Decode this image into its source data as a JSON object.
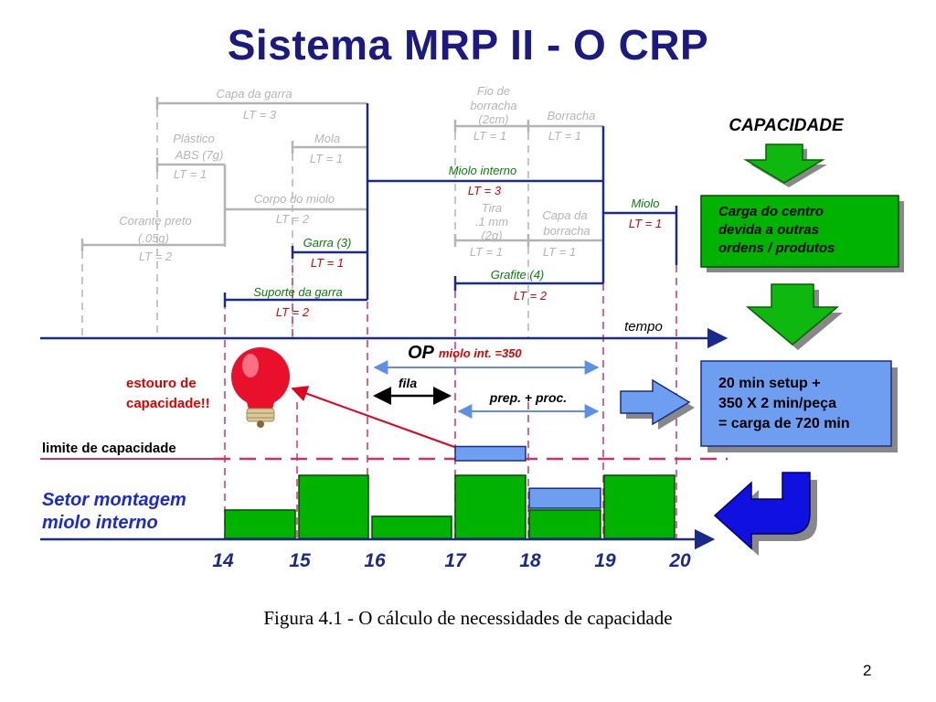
{
  "title": "Sistema MRP II - O CRP",
  "caption": "Figura 4.1 - O cálculo de necessidades de capacidade",
  "page_number": "2",
  "colors": {
    "navy": "#1a2a8c",
    "gray": "#b4b4b4",
    "green_text": "#0a7d0a",
    "red_text": "#dd0000",
    "green_fill": "#00b300",
    "blue_fill": "#6e9ef0",
    "pink_dash": "#d0306a"
  },
  "bom": {
    "capa_garra": {
      "name": "Capa da garra",
      "lt": "LT = 3"
    },
    "plastico": {
      "name1": "Plástico",
      "name2": "ABS (7g)",
      "lt": "LT = 1"
    },
    "mola": {
      "name": "Mola",
      "lt": "LT = 1"
    },
    "corpo_miolo": {
      "name": "Corpo do miolo",
      "lt": "LT = 2"
    },
    "corante": {
      "name1": "Corante preto",
      "name2": "(.05g)",
      "lt": "LT = 2"
    },
    "garra": {
      "name": "Garra (3)",
      "lt": "LT = 1"
    },
    "suporte": {
      "name": "Suporte da garra",
      "lt": "LT = 2"
    },
    "fio": {
      "name1": "Fio de",
      "name2": "borracha",
      "name3": "(2cm)",
      "lt": "LT = 1"
    },
    "borracha": {
      "name": "Borracha",
      "lt": "LT = 1"
    },
    "miolo_interno": {
      "name": "Miolo interno",
      "lt": "LT = 3"
    },
    "tira": {
      "name1": "Tira",
      "name2": ".1 mm",
      "name3": "(2g)",
      "lt": "LT = 1"
    },
    "capa_borracha": {
      "name1": "Capa da",
      "name2": "borracha",
      "lt": "LT = 1"
    },
    "grafite": {
      "name": "Grafite (4)",
      "lt": "LT = 2"
    },
    "miolo": {
      "name": "Miolo",
      "lt": "LT = 1"
    }
  },
  "labels": {
    "tempo": "tempo",
    "op": "OP",
    "op_sub": "miolo int. =350",
    "fila": "fila",
    "prep_proc": "prep. + proc.",
    "estouro1": "estouro de",
    "estouro2": "capacidade!!",
    "limite": "limite de capacidade",
    "setor1": "Setor montagem",
    "setor2": "miolo interno",
    "capacidade": "CAPACIDADE"
  },
  "box_carga": {
    "line1": "Carga do centro",
    "line2": "devida a outras",
    "line3": "ordens / produtos"
  },
  "box_calc": {
    "line1": "20 min setup +",
    "line2": "350 X 2 min/peça",
    "line3": "= carga de 720 min"
  },
  "timeline": {
    "ticks": [
      "14",
      "15",
      "16",
      "17",
      "18",
      "19",
      "20"
    ]
  },
  "chart_data": {
    "type": "bar",
    "categories": [
      "14",
      "15",
      "16",
      "17",
      "18",
      "19"
    ],
    "series": [
      {
        "name": "",
        "values": [
          0.45,
          1.0,
          0.35,
          1.0,
          0.45,
          1.0
        ]
      },
      {
        "name": "",
        "values": [
          0,
          0,
          0,
          0.25,
          0.35,
          0
        ]
      }
    ],
    "capacity_limit": 1.2
  }
}
